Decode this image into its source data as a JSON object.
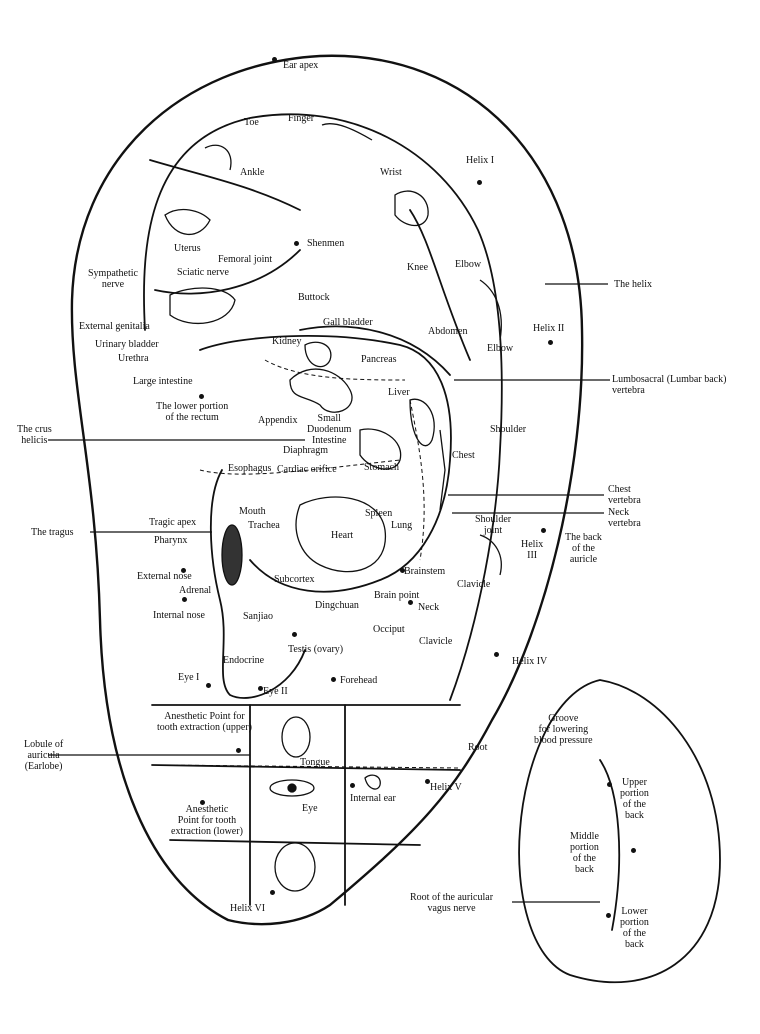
{
  "labels": {
    "ear_apex": "Ear apex",
    "toe": "Toe",
    "finger": "Finger",
    "ankle": "Ankle",
    "wrist": "Wrist",
    "helix_1": "Helix I",
    "uterus": "Uterus",
    "shenmen": "Shenmen",
    "femoral_joint": "Femoral joint",
    "sympathetic_nerve": "Sympathetic\nnerve",
    "sciatic_nerve": "Sciatic nerve",
    "knee": "Knee",
    "elbow_1": "Elbow",
    "the_helix": "The helix",
    "buttock": "Buttock",
    "external_genitalia": "External genitalia",
    "gall_bladder": "Gall bladder",
    "abdomen": "Abdomen",
    "helix_2": "Helix II",
    "urinary_bladder": "Urinary bladder",
    "kidney": "Kidney",
    "elbow_2": "Elbow",
    "urethra": "Urethra",
    "pancreas": "Pancreas",
    "large_intestine": "Large intestine",
    "lumbosacral": "Lumbosacral (Lumbar back)\nvertebra",
    "liver": "Liver",
    "lower_rectum": "The lower portion\nof the rectum",
    "appendix": "Appendix",
    "small_intestine": "Small\nDuodenum\nIntestine",
    "shoulder": "Shoulder",
    "crus_helicis": "The crus\nhelicis",
    "diaphragm": "Diaphragm",
    "chest": "Chest",
    "esophagus": "Esophagus",
    "cardiac_orifice": "Cardiac orifice",
    "stomach": "Stomach",
    "chest_vertebra": "Chest\nvertebra",
    "mouth": "Mouth",
    "spleen": "Spleen",
    "lung": "Lung",
    "neck_vertebra": "Neck\nvertebra",
    "tragic_apex": "Tragic apex",
    "trachea": "Trachea",
    "shoulder_joint": "Shoulder\njoint",
    "the_tragus": "The tragus",
    "pharynx": "Pharynx",
    "heart": "Heart",
    "helix_3": "Helix\nIII",
    "back_auricle": "The back\nof the\nauricle",
    "external_nose": "External nose",
    "brainstem": "Brainstem",
    "clavicle_1": "Clavicle",
    "adrenal": "Adrenal",
    "subcortex": "Subcortex",
    "brain_point": "Brain point",
    "internal_nose": "Internal nose",
    "neck": "Neck",
    "sanjiao": "Sanjiao",
    "dingchuan": "Dingchuan",
    "occiput": "Occiput",
    "clavicle_2": "Clavicle",
    "testis": "Testis (ovary)",
    "endocrine": "Endocrine",
    "helix_4": "Helix IV",
    "eye_1": "Eye I",
    "forehead": "Forehead",
    "eye_2": "Eye II",
    "anesthetic_upper": "Anesthetic Point for\ntooth extraction (upper)",
    "groove_bp": "Groove\nfor lowering\nblood pressure",
    "root": "Root",
    "lobule": "Lobule of\nauricula\n(Earlobe)",
    "tongue": "Tongue",
    "upper_back": "Upper\nportion\nof the\nback",
    "helix_5": "Helix V",
    "internal_ear": "Internal ear",
    "anesthetic_lower": "Anesthetic\nPoint for tooth\nextraction (lower)",
    "eye": "Eye",
    "middle_back": "Middle\nportion\nof the\nback",
    "vagus_root": "Root of the auricular\nvagus nerve",
    "helix_6": "Helix VI",
    "lower_back": "Lower\nportion\nof the\nback"
  },
  "colors": {
    "ink": "#111111",
    "faded": "#ecebb0"
  }
}
